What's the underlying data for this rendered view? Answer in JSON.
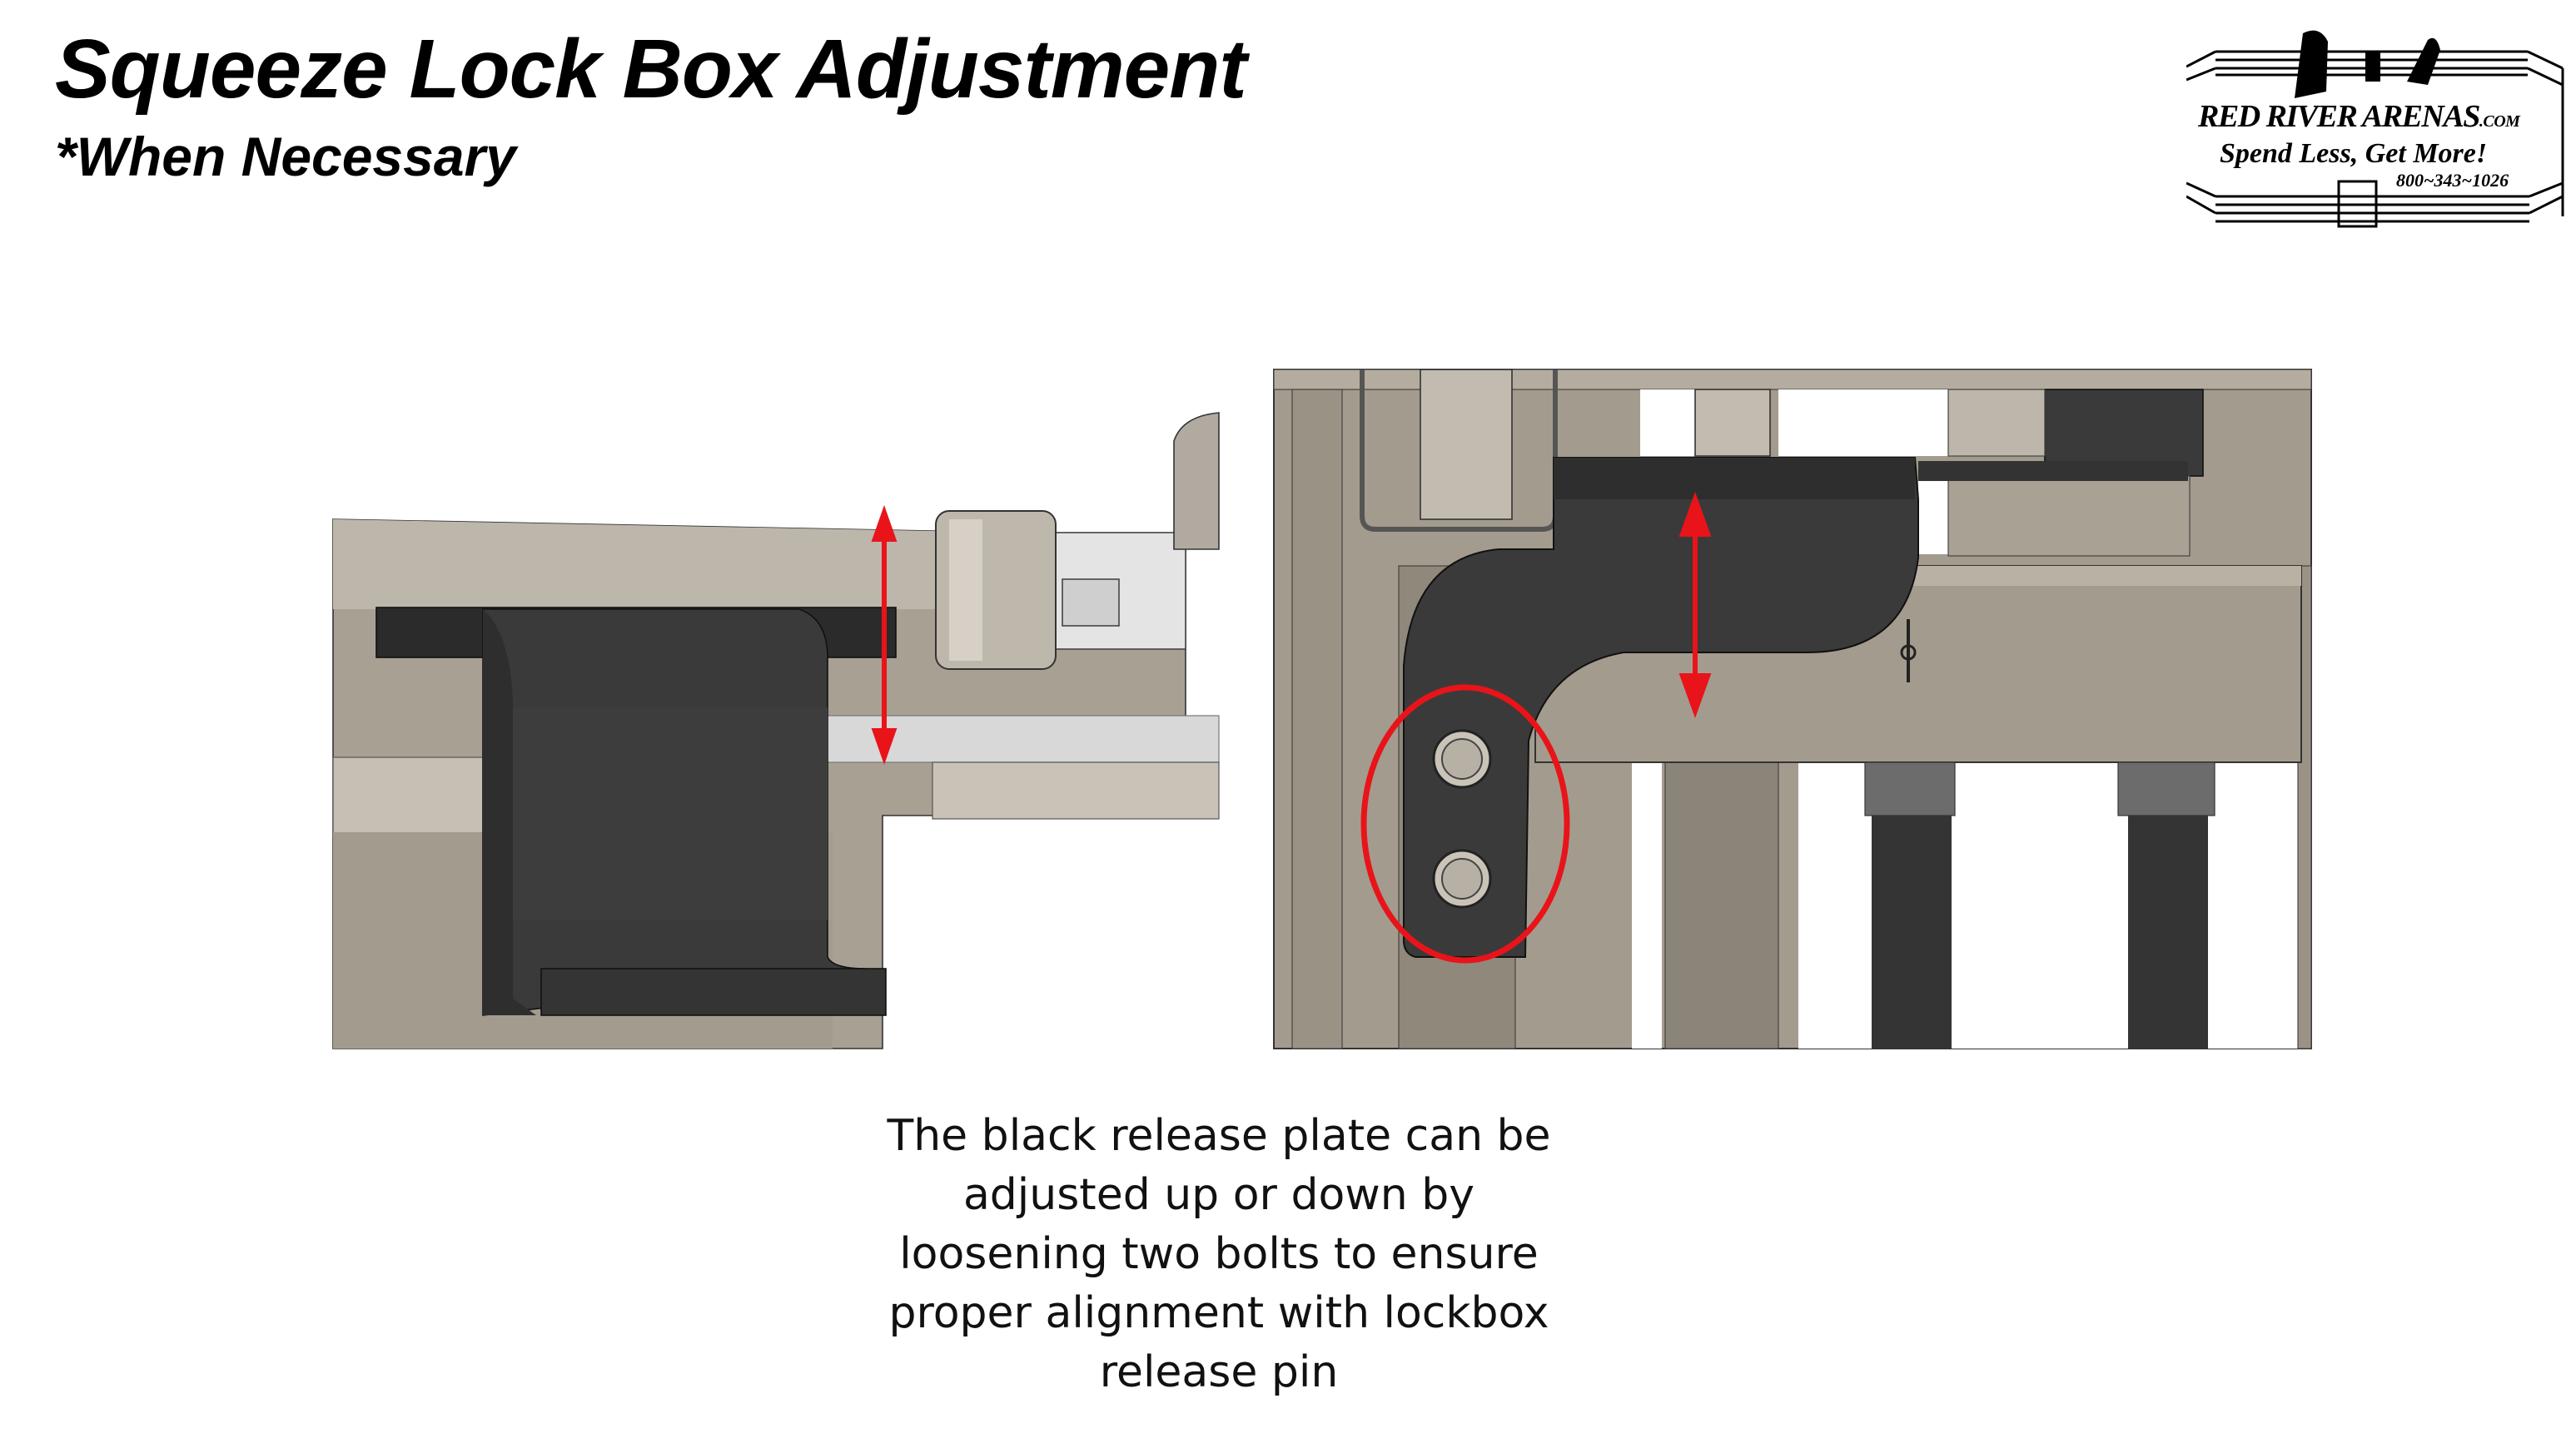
{
  "slide": {
    "title": "Squeeze Lock Box Adjustment",
    "subtitle": "*When Necessary",
    "caption_lines": [
      "The black release plate can be",
      "adjusted up or down by",
      "loosening two bolts to ensure",
      "proper alignment with lockbox",
      "release pin"
    ]
  },
  "logo": {
    "brand": "RED RIVER ARENAS",
    "brand_suffix": ".COM",
    "tagline": "Spend Less, Get More!",
    "phone": "800~343~1026"
  },
  "colors": {
    "accent_red": "#e8141a",
    "plate_black": "#3a3a3a",
    "steel_tan": "#a39c8e"
  }
}
